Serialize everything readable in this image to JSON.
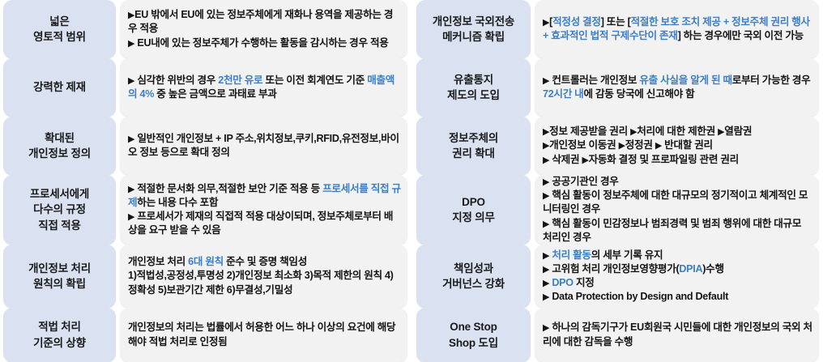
{
  "accent_blue": "#3a7fc8",
  "label_bg": "#dae2f2",
  "content_bg": "#f2f2f2",
  "bullet_glyph": "▶",
  "left_column": {
    "rows": [
      {
        "label": "넓은\n영토적 범위",
        "height": 72,
        "lines": [
          [
            {
              "t": "▶",
              "s": "bullet"
            },
            {
              "t": "EU 밖에서 EU에 있는 정보주체에게 재화나 용역을 제공하는 경우 적용"
            }
          ],
          [
            {
              "t": "▶",
              "s": "bullet"
            },
            {
              "t": " EU내에 있는 정보주체가 수행하는 활동을 감시하는 경우 적용"
            }
          ]
        ]
      },
      {
        "label": "강력한 제재",
        "height": 72,
        "lines": [
          [
            {
              "t": "▶",
              "s": "bullet"
            },
            {
              "t": " 심각한 위반의 경우 "
            },
            {
              "t": "2천만 유로",
              "s": "hl"
            },
            {
              "t": " 또는 이전 회계연도 기준 "
            },
            {
              "t": "매출액의 4%",
              "s": "hl"
            },
            {
              "t": " 중 높은 금액으로 과태료 부과"
            }
          ]
        ]
      },
      {
        "label": "확대된\n개인정보 정의",
        "height": 72,
        "lines": [
          [
            {
              "t": "▶",
              "s": "bullet"
            },
            {
              "t": " 일반적인 개인정보 + IP 주소,위치정보,쿠키,RFID,유전정보,바이오 정보 등으로 확대 정의"
            }
          ]
        ]
      },
      {
        "label": "프로세서에게\n다수의 규정\n직접 적용",
        "height": 86,
        "lines": [
          [
            {
              "t": "▶",
              "s": "bullet"
            },
            {
              "t": " 적절한 문서화 의무,적절한 보안 기준 적용 등 "
            },
            {
              "t": "프로세서를 직접 규제",
              "s": "hl"
            },
            {
              "t": "하는 내용 다수 포함"
            }
          ],
          [
            {
              "t": "▶",
              "s": "bullet"
            },
            {
              "t": " 프로세서가 제재의 직접적 적용 대상이되며, 정보주체로부터 배상을 요구 받을 수 있음"
            }
          ]
        ]
      },
      {
        "label": "개인정보 처리\n원칙의 확립",
        "height": 78,
        "lines": [
          [
            {
              "t": "개인정보 처리 "
            },
            {
              "t": "6대 원칙",
              "s": "hl"
            },
            {
              "t": " 준수 및 증명 책임성"
            }
          ],
          [
            {
              "t": "1)적법성,공정성,투명성 2)개인정보 최소화 3)목적 제한의 원칙 4)정확성 5)보관기간 제한 6)무결성,기밀성"
            }
          ]
        ]
      },
      {
        "label": "적법 처리\n기준의 상향",
        "height": 67,
        "lines": [
          [
            {
              "t": "개인정보의 처리는 법률에서 허용한 어느 하나 이상의 요건에 해당해야 적법 처리로 인정됨"
            }
          ]
        ]
      }
    ]
  },
  "right_column": {
    "rows": [
      {
        "label": "개인정보 국외전송\n메커니즘 확립",
        "height": 72,
        "lines": [
          [
            {
              "t": "▶",
              "s": "bullet"
            },
            {
              "t": "["
            },
            {
              "t": "적정성 결정",
              "s": "hl"
            },
            {
              "t": "] 또는 ["
            },
            {
              "t": "적절한 보호 조치 제공 + 정보주체 권리 행사 + 효과적인 법적 구제수단이 존재",
              "s": "hl"
            },
            {
              "t": "] 하는 경우에만 국외 이전 가능"
            }
          ]
        ]
      },
      {
        "label": "유출통지\n제도의 도입",
        "height": 72,
        "lines": [
          [
            {
              "t": "▶",
              "s": "bullet"
            },
            {
              "t": " 컨트롤러는 개인정보 "
            },
            {
              "t": "유출 사실을 알게 된 때",
              "s": "hl"
            },
            {
              "t": "로부터 가능한 경우 "
            },
            {
              "t": "72시간 내",
              "s": "hl"
            },
            {
              "t": "에 감동 당국에 신고해야 함"
            }
          ]
        ]
      },
      {
        "label": "정보주체의\n권리 확대",
        "height": 72,
        "lines": [
          [
            {
              "t": "▶",
              "s": "bullet"
            },
            {
              "t": "정보 제공받을 권리   "
            },
            {
              "t": "▶",
              "s": "bullet"
            },
            {
              "t": "처리에 대한 제한권   "
            },
            {
              "t": "▶",
              "s": "bullet"
            },
            {
              "t": "열람권"
            }
          ],
          [
            {
              "t": "▶",
              "s": "bullet"
            },
            {
              "t": "개인정보 이동권    "
            },
            {
              "t": "▶",
              "s": "bullet"
            },
            {
              "t": "정정권    "
            },
            {
              "t": "▶",
              "s": "bullet"
            },
            {
              "t": " 반대할 권리"
            }
          ],
          [
            {
              "t": "▶",
              "s": "bullet"
            },
            {
              "t": " 삭제권   "
            },
            {
              "t": "▶",
              "s": "bullet"
            },
            {
              "t": "자동화 결정 및 프로파일링 관련 권리"
            }
          ]
        ]
      },
      {
        "label": "DPO\n지정 의무",
        "height": 86,
        "lines": [
          [
            {
              "t": "▶",
              "s": "bullet"
            },
            {
              "t": " 공공기관인 경우"
            }
          ],
          [
            {
              "t": "▶",
              "s": "bullet"
            },
            {
              "t": " 핵심 활동이 정보주체에 대한 대규모의 정기적이고 체계적인 모니터링인 경우"
            }
          ],
          [
            {
              "t": "▶",
              "s": "bullet"
            },
            {
              "t": " 핵심 활동이 민감정보나 범죄경력 및 범죄 행위에 대한 대규모 처리인 경우"
            }
          ]
        ]
      },
      {
        "label": "책임성과\n거버넌스 강화",
        "height": 78,
        "lines": [
          [
            {
              "t": "▶",
              "s": "bullet"
            },
            {
              "t": " "
            },
            {
              "t": "처리 활동",
              "s": "hl"
            },
            {
              "t": "의 세부 기록 유지"
            }
          ],
          [
            {
              "t": "▶",
              "s": "bullet"
            },
            {
              "t": " 고위험 처리 개인정보영향평가("
            },
            {
              "t": "DPIA",
              "s": "hl"
            },
            {
              "t": ")수행"
            }
          ],
          [
            {
              "t": "▶",
              "s": "bullet"
            },
            {
              "t": " "
            },
            {
              "t": "DPO",
              "s": "hl"
            },
            {
              "t": " 지정"
            }
          ],
          [
            {
              "t": "▶",
              "s": "bullet"
            },
            {
              "t": " Data Protection by Design and Default"
            }
          ]
        ]
      },
      {
        "label": "One Stop\nShop 도입",
        "height": 67,
        "lines": [
          [
            {
              "t": "▶",
              "s": "bullet"
            },
            {
              "t": " 하나의 감독기구가 EU회원국 시민들에 대한 개인정보의 국외 처리에 대한 감독을 수행"
            }
          ]
        ]
      }
    ]
  }
}
